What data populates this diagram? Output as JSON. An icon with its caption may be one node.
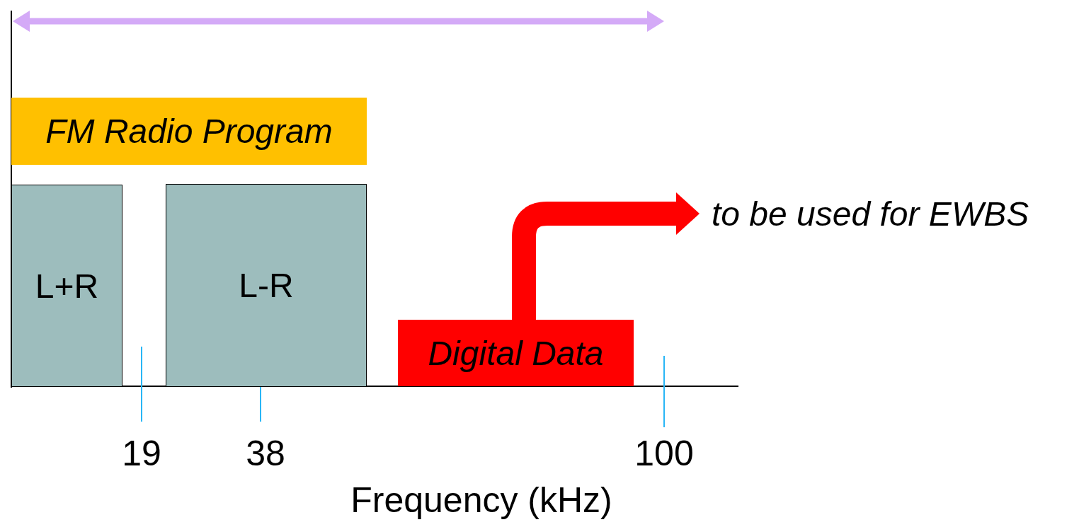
{
  "diagram": {
    "nodes": [
      {
        "text": [
          "FM Radio Program"
        ]
      },
      {
        "text": [
          "L+R"
        ]
      },
      {
        "text": [
          "L-R"
        ]
      },
      {
        "text": [
          "Digital Data"
        ]
      },
      {
        "text": [
          "to be used for EWBS"
        ]
      }
    ],
    "edges": [
      {
        "from": 3,
        "to": 4,
        "arrow": "to",
        "color": "#ff0000"
      }
    ],
    "labels": [
      "19",
      "38",
      "100",
      "Frequency (kHz)"
    ]
  }
}
